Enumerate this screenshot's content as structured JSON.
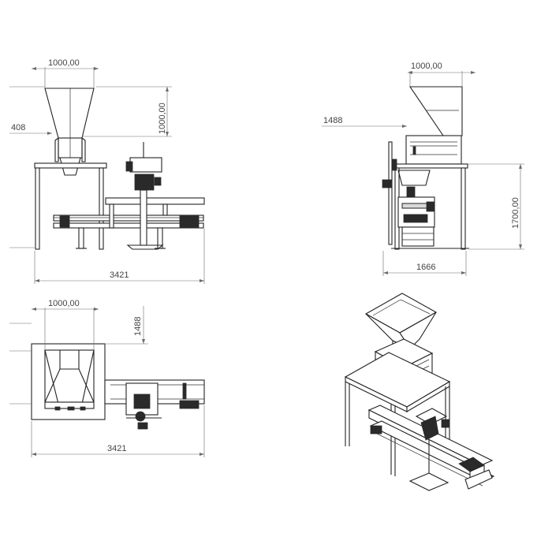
{
  "views": {
    "front": {
      "dim_top": "1000,00",
      "dim_hopper_height": "1000,00",
      "dim_left": "408",
      "dim_width": "3421"
    },
    "side": {
      "dim_top": "1000,00",
      "dim_left": "1488",
      "dim_height": "1700,00",
      "dim_width": "1666"
    },
    "top": {
      "dim_top": "1000,00",
      "dim_right": "1488",
      "dim_width": "3421"
    }
  },
  "colors": {
    "line": "#222222",
    "dimension": "#6a6a6a",
    "background": "#ffffff"
  }
}
